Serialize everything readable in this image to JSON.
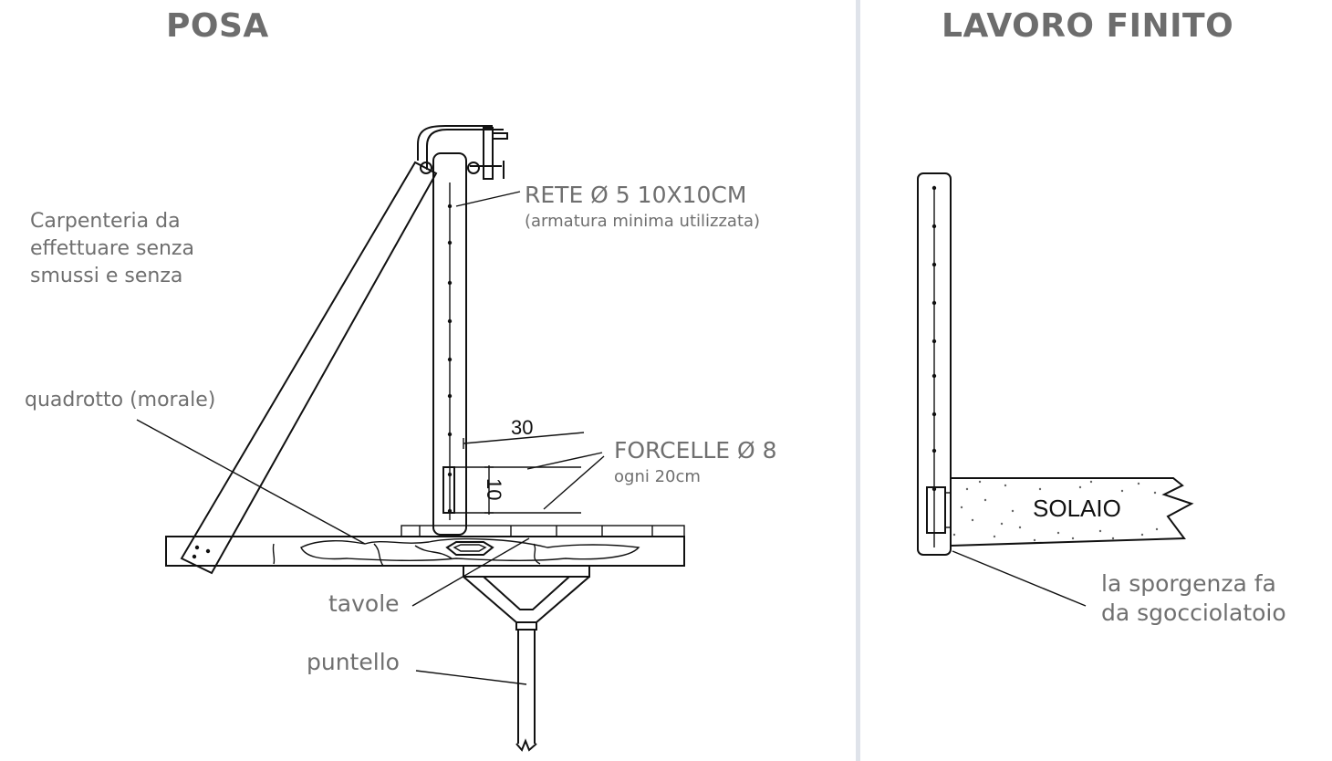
{
  "left_panel": {
    "title": "POSA",
    "labels": {
      "rete_main": "RETE Ø 5 10X10CM",
      "rete_sub": "(armatura minima utilizzata)",
      "carpenteria_line1": "Carpenteria da",
      "carpenteria_line2": "effettuare senza",
      "carpenteria_line3": "smussi e senza",
      "quadrotto": "quadrotto (morale)",
      "forcelle_main": "FORCELLE Ø 8",
      "forcelle_sub": "ogni 20cm",
      "tavole": "tavole",
      "puntello": "puntello",
      "dim_30": "30",
      "dim_10": "10"
    }
  },
  "right_panel": {
    "title": "LAVORO FINITO",
    "labels": {
      "solaio": "SOLAIO",
      "sporgenza_line1": "la sporgenza fa",
      "sporgenza_line2": "da sgocciolatoio"
    }
  },
  "colors": {
    "text": "#6f6f6f",
    "line": "#111111",
    "divider": "#dfe3ea"
  }
}
